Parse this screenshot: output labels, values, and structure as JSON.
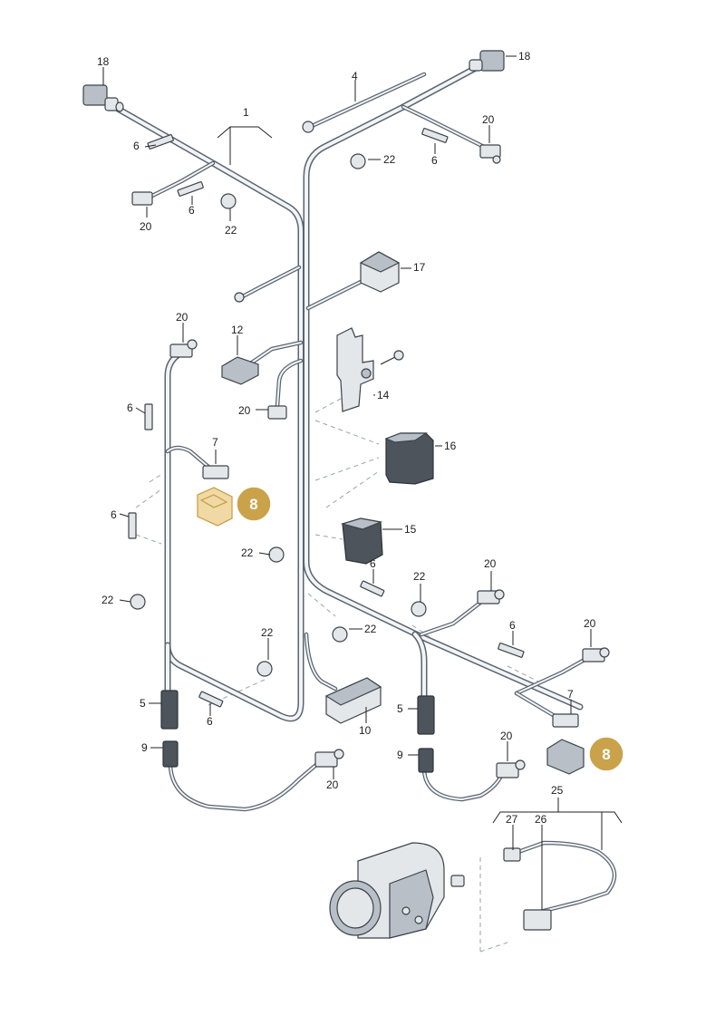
{
  "labels": {
    "p1": "1",
    "p4": "4",
    "p5a": "5",
    "p5b": "5",
    "p6a": "6",
    "p6b": "6",
    "p6c": "6",
    "p6d": "6",
    "p6e": "6",
    "p6f": "6",
    "p6g": "6",
    "p6h": "6",
    "p7a": "7",
    "p7b": "7",
    "p9a": "9",
    "p9b": "9",
    "p10": "10",
    "p12": "12",
    "p14": "14",
    "p15": "15",
    "p16": "16",
    "p17": "17",
    "p18a": "18",
    "p18b": "18",
    "p20a": "20",
    "p20b": "20",
    "p20c": "20",
    "p20d": "20",
    "p20e": "20",
    "p20f": "20",
    "p20g": "20",
    "p20h": "20",
    "p22a": "22",
    "p22b": "22",
    "p22c": "22",
    "p22d": "22",
    "p22e": "22",
    "p22f": "22",
    "p22g": "22",
    "p25": "25",
    "p26": "26",
    "p27": "27"
  },
  "badges": {
    "b8a": "8",
    "b8b": "8"
  },
  "colors": {
    "highlight": "#c9a24a",
    "wire": "#5a6470"
  }
}
